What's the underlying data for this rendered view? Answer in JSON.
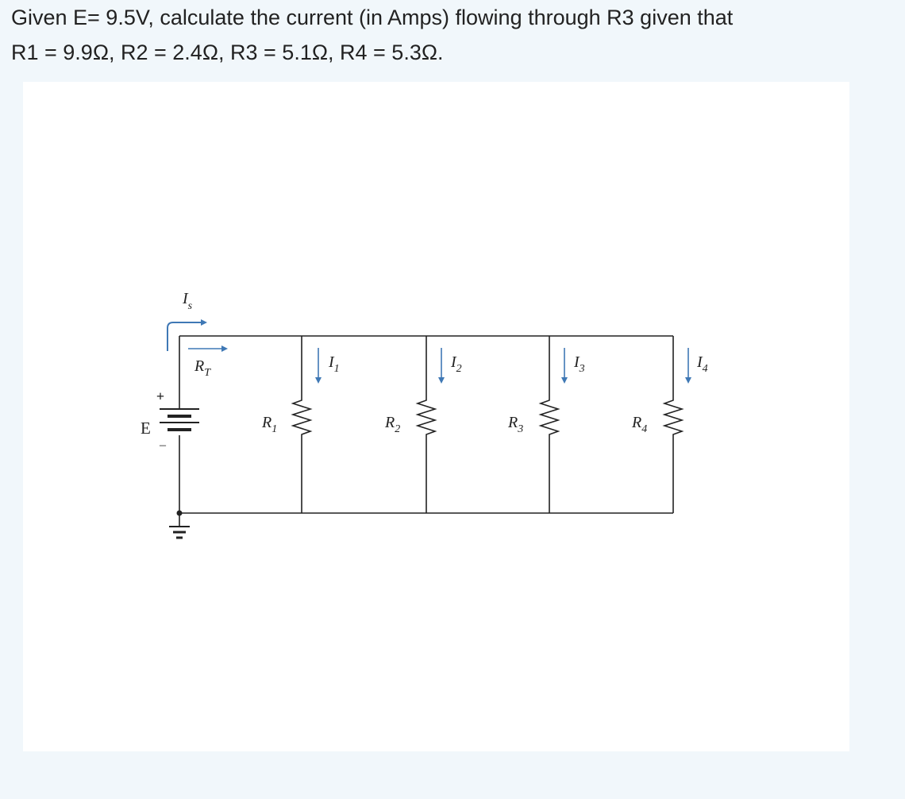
{
  "question": {
    "line1": "Given E= 9.5V, calculate the current (in Amps) flowing through R3 given that",
    "line2": "R1 = 9.9Ω, R2 = 2.4Ω, R3 = 5.1Ω, R4 = 5.3Ω."
  },
  "circuit": {
    "source_label": "E",
    "source_plus": "+",
    "source_minus": "–",
    "supply_current": {
      "main": "I",
      "sub": "s"
    },
    "total_resistance": {
      "main": "R",
      "sub": "T"
    },
    "branches": [
      {
        "resistor": {
          "main": "R",
          "sub": "1"
        },
        "current": {
          "main": "I",
          "sub": "1"
        }
      },
      {
        "resistor": {
          "main": "R",
          "sub": "2"
        },
        "current": {
          "main": "I",
          "sub": "2"
        }
      },
      {
        "resistor": {
          "main": "R",
          "sub": "3"
        },
        "current": {
          "main": "I",
          "sub": "3"
        }
      },
      {
        "resistor": {
          "main": "R",
          "sub": "4"
        },
        "current": {
          "main": "I",
          "sub": "4"
        }
      }
    ],
    "colors": {
      "wire": "#222222",
      "arrow": "#3f78b5"
    }
  }
}
